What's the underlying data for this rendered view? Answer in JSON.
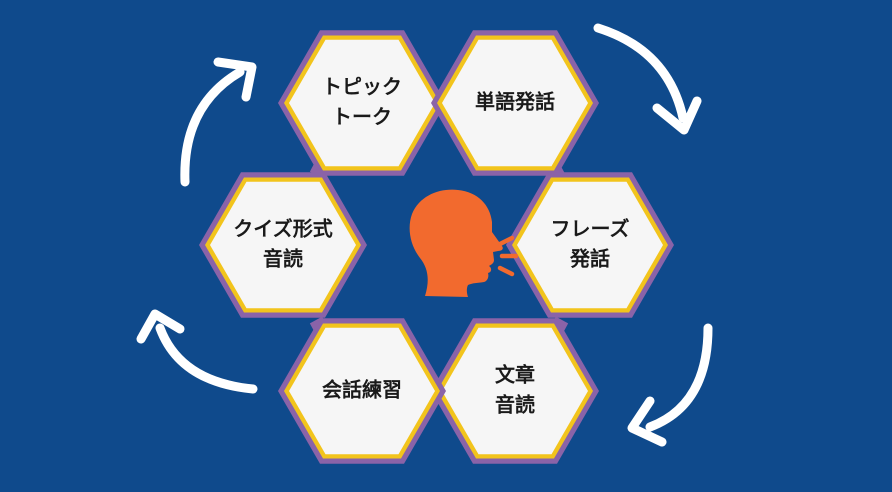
{
  "hexagons": [
    {
      "id": "topic-talk",
      "lines": [
        "トピック",
        "トーク"
      ]
    },
    {
      "id": "word-pronunciation",
      "lines": [
        "単語発話"
      ]
    },
    {
      "id": "phrase-pronunciation",
      "lines": [
        "フレーズ",
        "発話"
      ]
    },
    {
      "id": "sentence-reading",
      "lines": [
        "文章",
        "音読"
      ]
    },
    {
      "id": "conversation-practice",
      "lines": [
        "会話練習"
      ]
    },
    {
      "id": "quiz-reading",
      "lines": [
        "クイズ形式",
        "音読"
      ]
    }
  ],
  "center_icon": "speaking-head-icon",
  "colors": {
    "background": "#0f4a8c",
    "hex_fill": "#f6f6f6",
    "hex_inner_border": "#f2c41c",
    "hex_outer_border": "#8a63a8",
    "connector": "#8a63a8",
    "arrow": "#ffffff",
    "head": "#f26a2e"
  }
}
